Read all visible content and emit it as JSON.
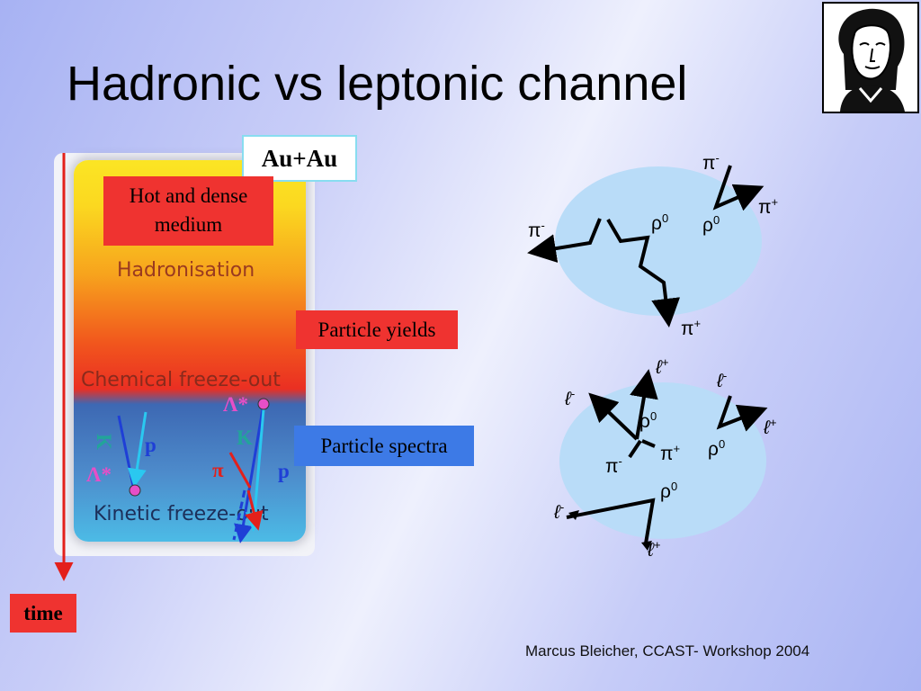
{
  "title": "Hadronic vs leptonic channel",
  "collision": "Au+Au",
  "stages": {
    "hot_medium_line1": "Hot and dense",
    "hot_medium_line2": "medium",
    "hadronisation": "Hadronisation",
    "chemical_freezeout": "Chemical freeze-out",
    "kinetic_freezeout": "Kinetic freeze-out"
  },
  "callouts": {
    "yields": "Particle yields",
    "spectra": "Particle spectra",
    "time": "time"
  },
  "particles": {
    "K1": "K",
    "p1": "p",
    "lambda1": "Λ*",
    "lambda2": "Λ*",
    "K2": "K",
    "pi": "π",
    "p2": "p"
  },
  "hadronic": {
    "pi_minus": "π",
    "minus": "-",
    "plus": "+",
    "pi_plus": "π",
    "rho": "ρ",
    "zero": "0"
  },
  "leptonic": {
    "lepton": "ℓ",
    "minus": "-",
    "plus": "+",
    "rho": "ρ",
    "zero": "0",
    "pi": "π"
  },
  "credit": "Marcus Bleicher, CCAST- Workshop 2004",
  "colors": {
    "accent_red": "#ef3330",
    "accent_blue": "#3d7ae6",
    "ellipse": "#b9dcf8",
    "magenta": "#e64fc7",
    "teal": "#22a49a"
  }
}
